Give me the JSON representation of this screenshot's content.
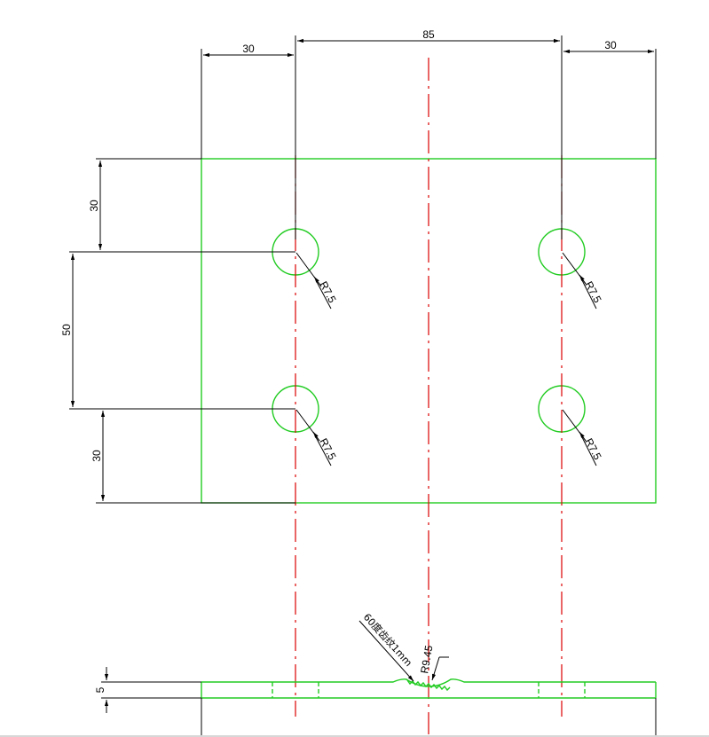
{
  "dimensions": {
    "top_left_width": "30",
    "top_center_width": "85",
    "top_right_width": "30",
    "left_top_height": "30",
    "left_middle_height": "50",
    "left_bottom_height": "30",
    "thickness": "5"
  },
  "hole_radii": [
    "R7.5",
    "R7.5",
    "R7.5",
    "R7.5"
  ],
  "notes": {
    "groove_radius": "R9.45",
    "groove_spec": "60度齿纹1mm"
  },
  "colors": {
    "outline": "#22cc22",
    "centerline": "#dd0000",
    "dimension": "#000000"
  }
}
